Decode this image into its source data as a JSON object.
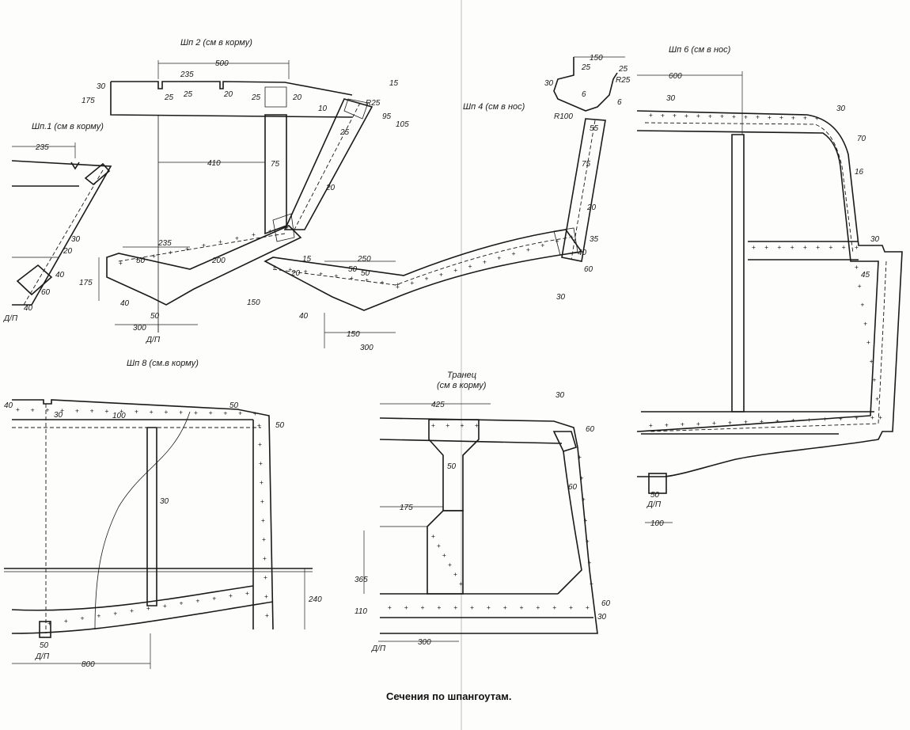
{
  "caption": "Сечения по шпангоутам.",
  "frames": {
    "shp1": {
      "title": "Шп.1 (см в корму)",
      "dims": [
        "235",
        "20",
        "30",
        "40",
        "60",
        "40",
        "Д/П"
      ]
    },
    "shp2": {
      "title": "Шп 2 (см в корму)",
      "dims": [
        "500",
        "235",
        "25",
        "25",
        "20",
        "25",
        "20",
        "30",
        "175",
        "410",
        "75",
        "10",
        "15",
        "25",
        "20",
        "R25",
        "95",
        "105",
        "235",
        "50",
        "40",
        "175",
        "50",
        "300",
        "200",
        "Д/П"
      ]
    },
    "shp4": {
      "title": "Шп 4 (см в нос)",
      "dims": [
        "150",
        "25",
        "25",
        "R25",
        "30",
        "R100",
        "55",
        "75",
        "20",
        "6",
        "6",
        "35",
        "40",
        "60",
        "30",
        "250",
        "50",
        "50",
        "20",
        "15",
        "150",
        "40",
        "150",
        "300"
      ]
    },
    "shp6": {
      "title": "Шп 6 (см в нос)",
      "dims": [
        "600",
        "30",
        "30",
        "70",
        "16",
        "30",
        "45",
        "50",
        "100",
        "Д/П"
      ]
    },
    "shp8": {
      "title": "Шп 8 (см.в корму)",
      "dims": [
        "40",
        "30",
        "100",
        "50",
        "50",
        "30",
        "240",
        "50",
        "800",
        "Д/П"
      ]
    },
    "transom": {
      "title_line1": "Транец",
      "title_line2": "(см в корму)",
      "dims": [
        "425",
        "30",
        "60",
        "60",
        "50",
        "175",
        "365",
        "110",
        "300",
        "60",
        "30",
        "Д/П"
      ]
    }
  }
}
